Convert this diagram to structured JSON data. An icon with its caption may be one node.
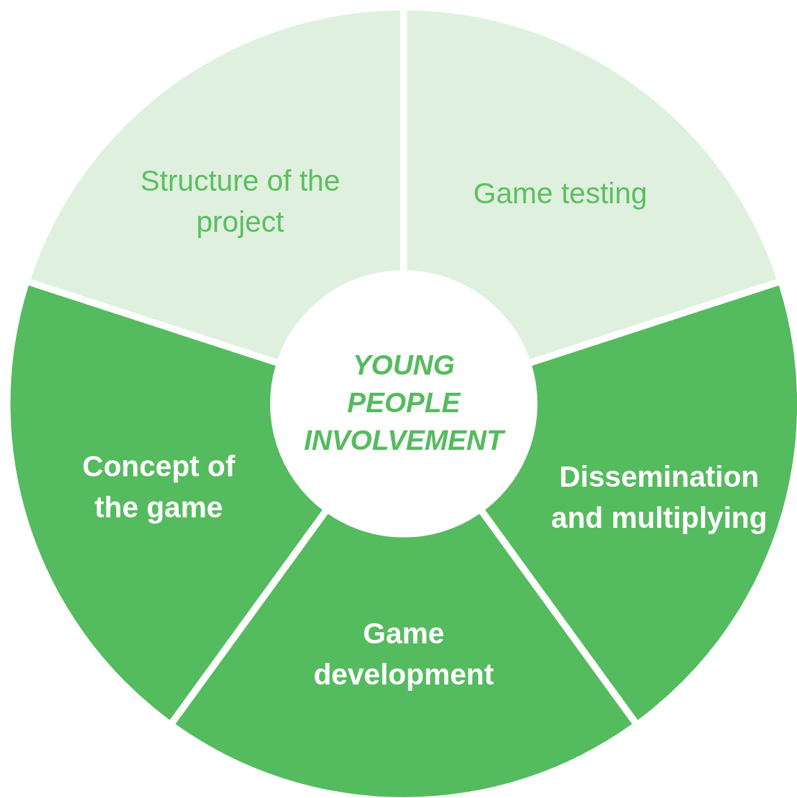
{
  "diagram": {
    "nodes": [
      {
        "text": [
          "Structure of the project"
        ]
      },
      {
        "text": [
          "Game testing"
        ]
      },
      {
        "text": [
          "Dissemination and multiplying"
        ]
      },
      {
        "text": [
          "Game development"
        ]
      },
      {
        "text": [
          "Concept of the game"
        ]
      },
      {
        "text": [
          "YOUNG PEOPLE INVOLVEMENT"
        ]
      }
    ]
  }
}
